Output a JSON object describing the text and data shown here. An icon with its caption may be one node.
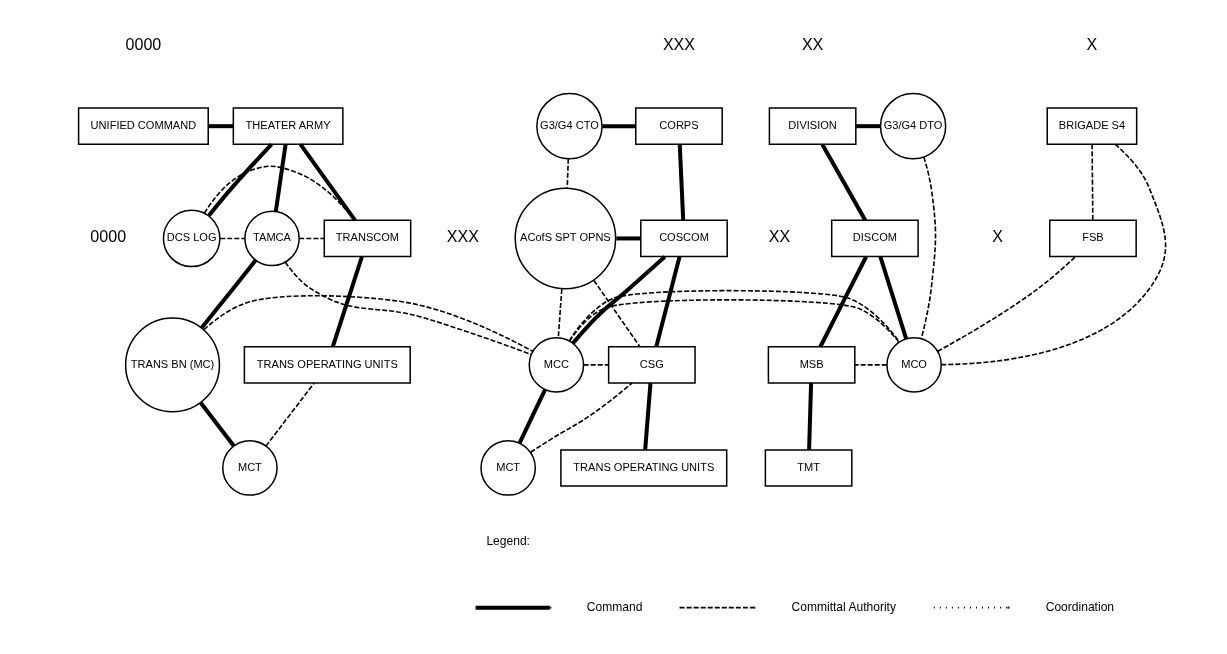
{
  "diagram": {
    "nodes": [
      {
        "text": [
          "UNIFIED COMMAND"
        ]
      },
      {
        "text": [
          "THEATER ARMY"
        ]
      },
      {
        "text": [
          "DCS LOG"
        ]
      },
      {
        "text": [
          "TAMCA"
        ]
      },
      {
        "text": [
          "TRANSCOM"
        ]
      },
      {
        "text": [
          "TRANS BN (MC)"
        ]
      },
      {
        "text": [
          "TRANS OPERATING UNITS"
        ]
      },
      {
        "text": [
          "MCT"
        ]
      },
      {
        "text": [
          "CORPS"
        ]
      },
      {
        "text": [
          "G3/G4 CTO"
        ]
      },
      {
        "text": [
          "COSCOM"
        ]
      },
      {
        "text": [
          "ACofS SPT OPNS"
        ]
      },
      {
        "text": [
          "MCC"
        ]
      },
      {
        "text": [
          "CSG"
        ]
      },
      {
        "text": [
          "TRANS OPERATING UNITS"
        ]
      },
      {
        "text": [
          "MCT"
        ]
      },
      {
        "text": [
          "DIVISION"
        ]
      },
      {
        "text": [
          "G3/G4 DTO"
        ]
      },
      {
        "text": [
          "DISCOM"
        ]
      },
      {
        "text": [
          "MCO"
        ]
      },
      {
        "text": [
          "MSB"
        ]
      },
      {
        "text": [
          "TMT"
        ]
      },
      {
        "text": [
          "BRIGADE S4"
        ]
      },
      {
        "text": [
          "FSB"
        ]
      }
    ],
    "edges": [
      {
        "from": 0,
        "to": 1,
        "arrow": "none"
      },
      {
        "from": 1,
        "to": 2,
        "arrow": "none"
      },
      {
        "from": 1,
        "to": 3,
        "arrow": "none"
      },
      {
        "from": 1,
        "to": 4,
        "arrow": "none"
      },
      {
        "from": 3,
        "to": 5,
        "arrow": "none"
      },
      {
        "from": 5,
        "to": 7,
        "arrow": "none"
      },
      {
        "from": 4,
        "to": 6,
        "arrow": "none"
      },
      {
        "from": 8,
        "to": 9,
        "arrow": "none"
      },
      {
        "from": 8,
        "to": 10,
        "arrow": "none"
      },
      {
        "from": 10,
        "to": 11,
        "arrow": "none"
      },
      {
        "from": 10,
        "to": 12,
        "arrow": "none"
      },
      {
        "from": 10,
        "to": 13,
        "arrow": "none"
      },
      {
        "from": 12,
        "to": 15,
        "arrow": "none"
      },
      {
        "from": 13,
        "to": 14,
        "arrow": "none"
      },
      {
        "from": 16,
        "to": 17,
        "arrow": "none"
      },
      {
        "from": 16,
        "to": 18,
        "arrow": "none"
      },
      {
        "from": 18,
        "to": 19,
        "arrow": "none"
      },
      {
        "from": 18,
        "to": 20,
        "arrow": "none"
      },
      {
        "from": 20,
        "to": 21,
        "arrow": "none"
      },
      {
        "from": 3,
        "to": 4,
        "arrow": "none",
        "style": "dashed"
      },
      {
        "from": 7,
        "to": 6,
        "arrow": "none",
        "style": "dashed"
      },
      {
        "from": 12,
        "to": 13,
        "arrow": "none",
        "style": "dashed"
      },
      {
        "from": 15,
        "to": 13,
        "arrow": "none",
        "style": "dashed"
      },
      {
        "from": 19,
        "to": 20,
        "arrow": "none",
        "style": "dashed"
      },
      {
        "from": 2,
        "to": 3,
        "arrow": "none",
        "style": "dashed"
      },
      {
        "from": 2,
        "to": 4,
        "arrow": "none",
        "style": "dashed"
      },
      {
        "from": 3,
        "to": 12,
        "arrow": "none",
        "style": "dashed"
      },
      {
        "from": 5,
        "to": 12,
        "arrow": "none",
        "style": "dashed"
      },
      {
        "from": 11,
        "to": 12,
        "arrow": "none",
        "style": "dashed"
      },
      {
        "from": 11,
        "to": 13,
        "arrow": "none",
        "style": "dashed"
      },
      {
        "from": 9,
        "to": 11,
        "arrow": "none",
        "style": "dashed"
      },
      {
        "from": 12,
        "to": 19,
        "arrow": "none",
        "style": "dashed"
      },
      {
        "from": 17,
        "to": 19,
        "arrow": "none",
        "style": "dashed"
      },
      {
        "from": 19,
        "to": 22,
        "arrow": "none",
        "style": "dashed"
      },
      {
        "from": 19,
        "to": 23,
        "arrow": "none",
        "style": "dashed"
      },
      {
        "from": 22,
        "to": 23,
        "arrow": "none",
        "style": "dashed"
      }
    ],
    "labels": [
      "0000",
      "XXX",
      "XX",
      "X",
      "0000",
      "XXX",
      "XX",
      "X",
      "Legend:"
    ],
    "legend": [
      {
        "text": "Command"
      },
      {
        "text": "Committal Authority"
      },
      {
        "text": "Coordination"
      }
    ]
  }
}
